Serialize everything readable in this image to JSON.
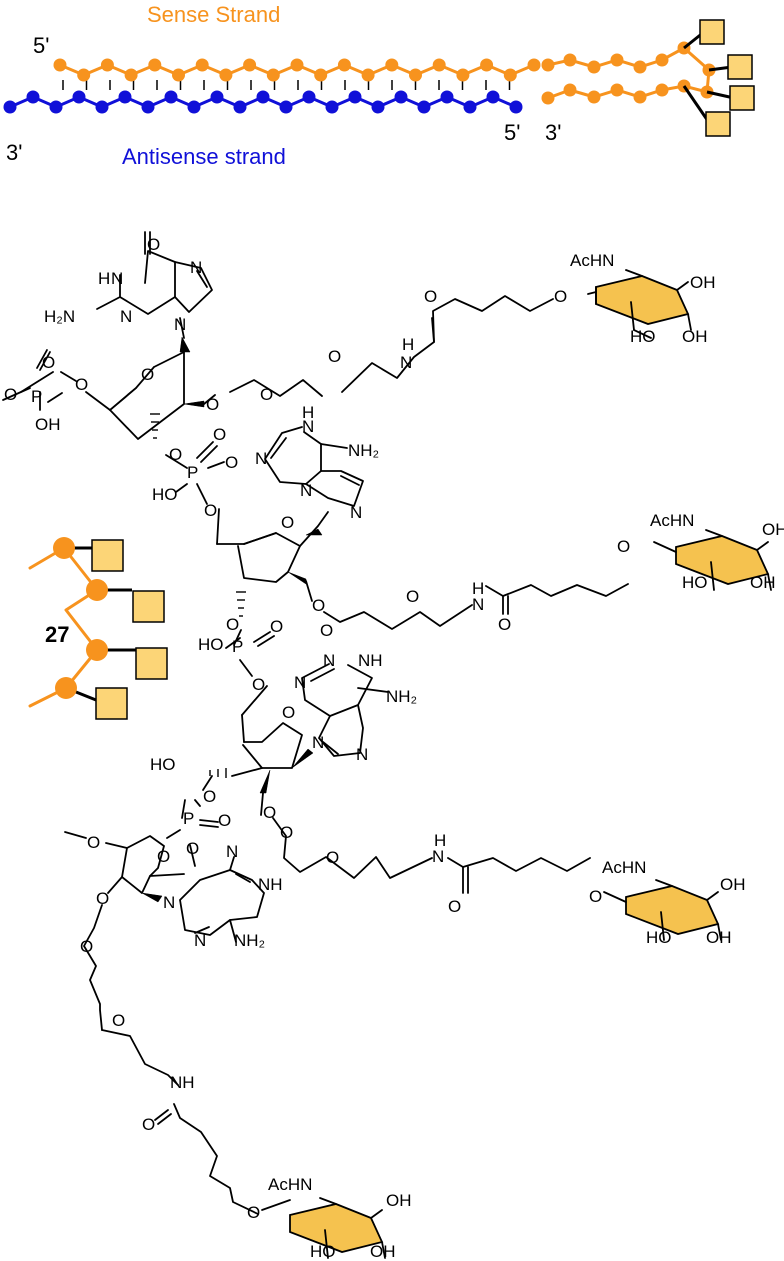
{
  "colors": {
    "sense": "#f7931e",
    "antisense": "#1010d8",
    "sugar_fill": "#fcd577",
    "ring_fill": "#f5c24f",
    "ink": "#000000"
  },
  "duplex": {
    "sense_label": "Sense Strand",
    "antisense_label": "Antisense strand",
    "sense_5prime": "5'",
    "antisense_3prime": "3'",
    "antisense_5prime": "5'",
    "sense_3prime": "3'"
  },
  "compound_label": "27",
  "atoms": {
    "O": "O",
    "P": "P",
    "N": "N",
    "OH": "OH",
    "HO": "HO",
    "NH": "NH",
    "H": "H",
    "AcHN": "AcHN",
    "H2N": "H₂N",
    "NH2": "NH₂"
  }
}
